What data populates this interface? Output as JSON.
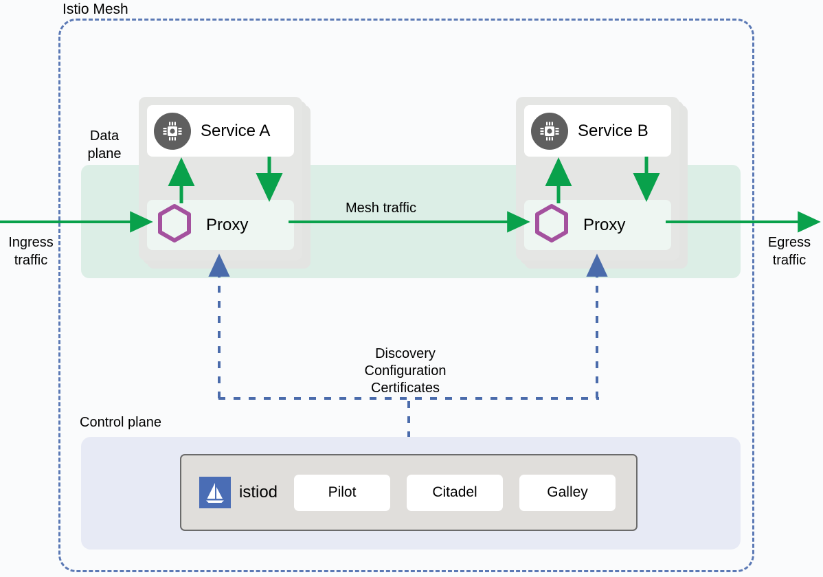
{
  "diagram": {
    "mesh_label": "Istio Mesh",
    "data_plane_label": "Data\nplane",
    "data_plane_line1": "Data",
    "data_plane_line2": "plane",
    "control_plane_label": "Control plane",
    "mesh_traffic_label": "Mesh traffic",
    "ingress_label_line1": "Ingress",
    "ingress_label_line2": "traffic",
    "egress_label_line1": "Egress",
    "egress_label_line2": "traffic",
    "discovery_line1": "Discovery",
    "discovery_line2": "Configuration",
    "discovery_line3": "Certificates"
  },
  "pods": [
    {
      "service_name": "Service A",
      "proxy_name": "Proxy",
      "service_icon": "cpu-chip-icon",
      "proxy_icon": "envoy-hexagon-icon"
    },
    {
      "service_name": "Service B",
      "proxy_name": "Proxy",
      "service_icon": "cpu-chip-icon",
      "proxy_icon": "envoy-hexagon-icon"
    }
  ],
  "control_plane": {
    "istiod_label": "istiod",
    "istiod_icon": "istio-sailboat-logo",
    "components": [
      {
        "label": "Pilot"
      },
      {
        "label": "Citadel"
      },
      {
        "label": "Galley"
      }
    ]
  },
  "colors": {
    "mesh_border": "#5b79b5",
    "data_plane_band": "#dceee6",
    "control_plane_band": "#e7eaf5",
    "traffic_arrow": "#09a14b",
    "control_arrow": "#4a6bab",
    "envoy_hexagon": "#a4519e",
    "service_icon_circle": "#5f5f5f",
    "istiod_logo": "#4a6db5",
    "pod_card": "#e5e6e4",
    "istiod_container": "#e0dedb"
  }
}
